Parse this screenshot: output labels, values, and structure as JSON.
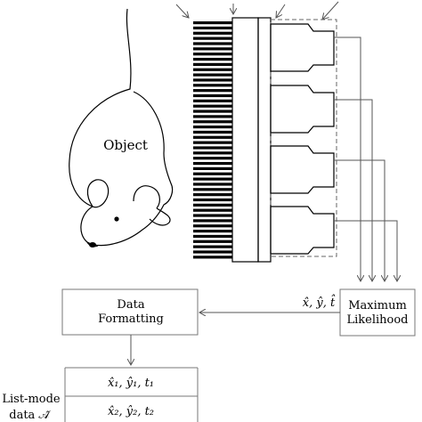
{
  "labels": {
    "object": "Object",
    "data_formatting_line1": "Data",
    "data_formatting_line2": "Formatting",
    "ml_line1": "Maximum",
    "ml_line2": "Likelihood",
    "estimates": "x̂, ŷ, t̂",
    "list_row1": "x̂₁, ŷ₁, t₁",
    "list_row2": "x̂₂, ŷ₂, t₂",
    "list_mode_line1": "List-mode",
    "list_mode_line2": "data 𝒜̂"
  },
  "colors": {
    "ink": "#000000",
    "line": "#555555",
    "box": "#777777"
  }
}
